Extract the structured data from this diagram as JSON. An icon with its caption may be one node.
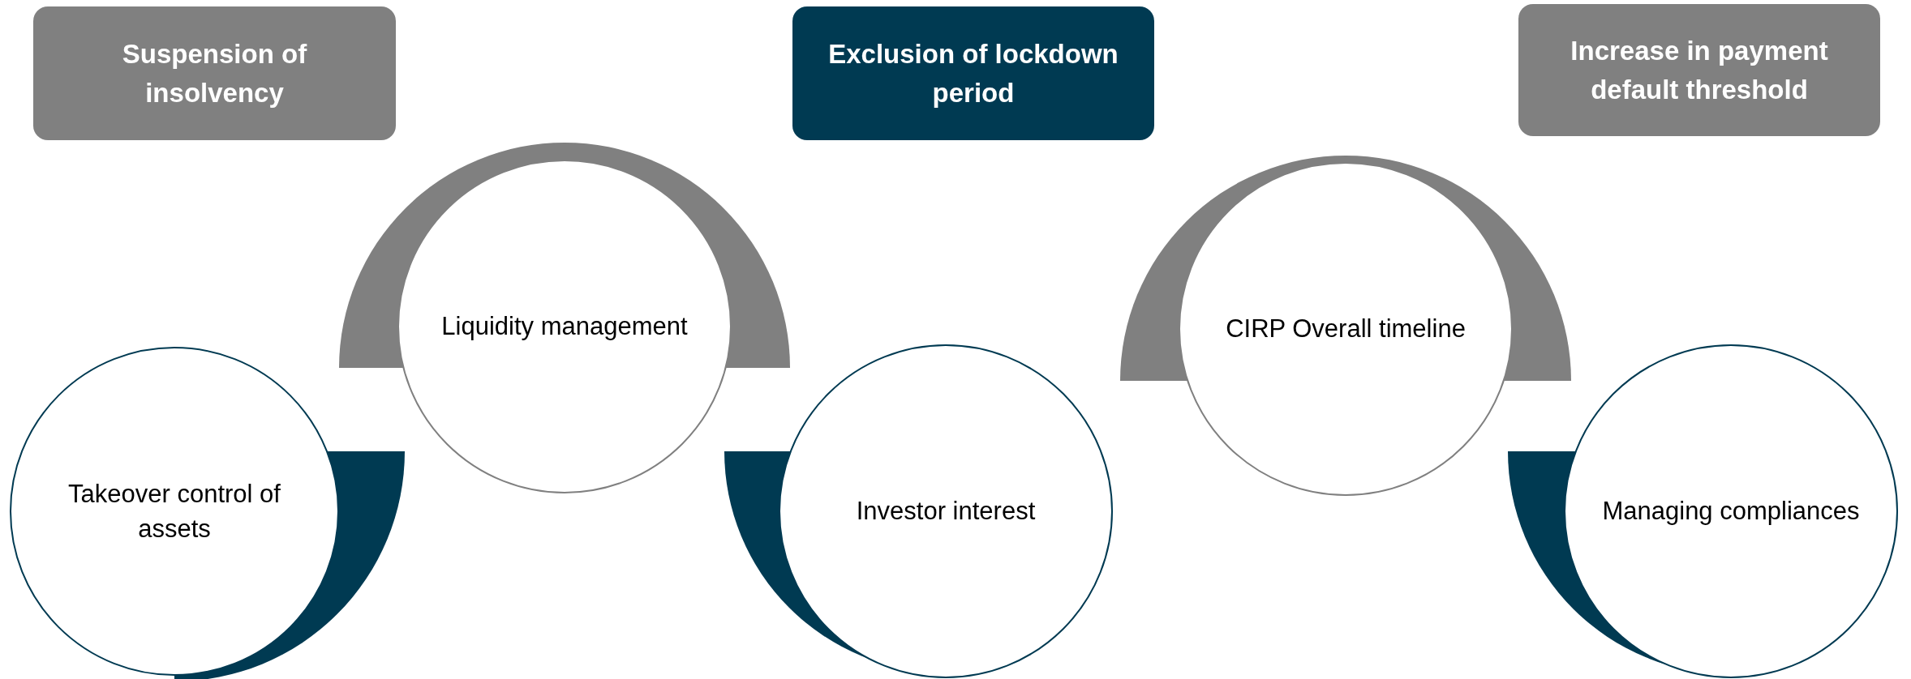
{
  "diagram": {
    "nodes": [
      {
        "text": [
          "Suspension of insolvency"
        ]
      },
      {
        "text": [
          "Exclusion of lockdown period"
        ]
      },
      {
        "text": [
          "Increase in payment default threshold"
        ]
      },
      {
        "text": [
          "Takeover control of assets"
        ]
      },
      {
        "text": [
          "Liquidity management"
        ]
      },
      {
        "text": [
          "Investor interest"
        ]
      },
      {
        "text": [
          "CIRP Overall timeline"
        ]
      },
      {
        "text": [
          "Managing compliances"
        ]
      }
    ]
  }
}
